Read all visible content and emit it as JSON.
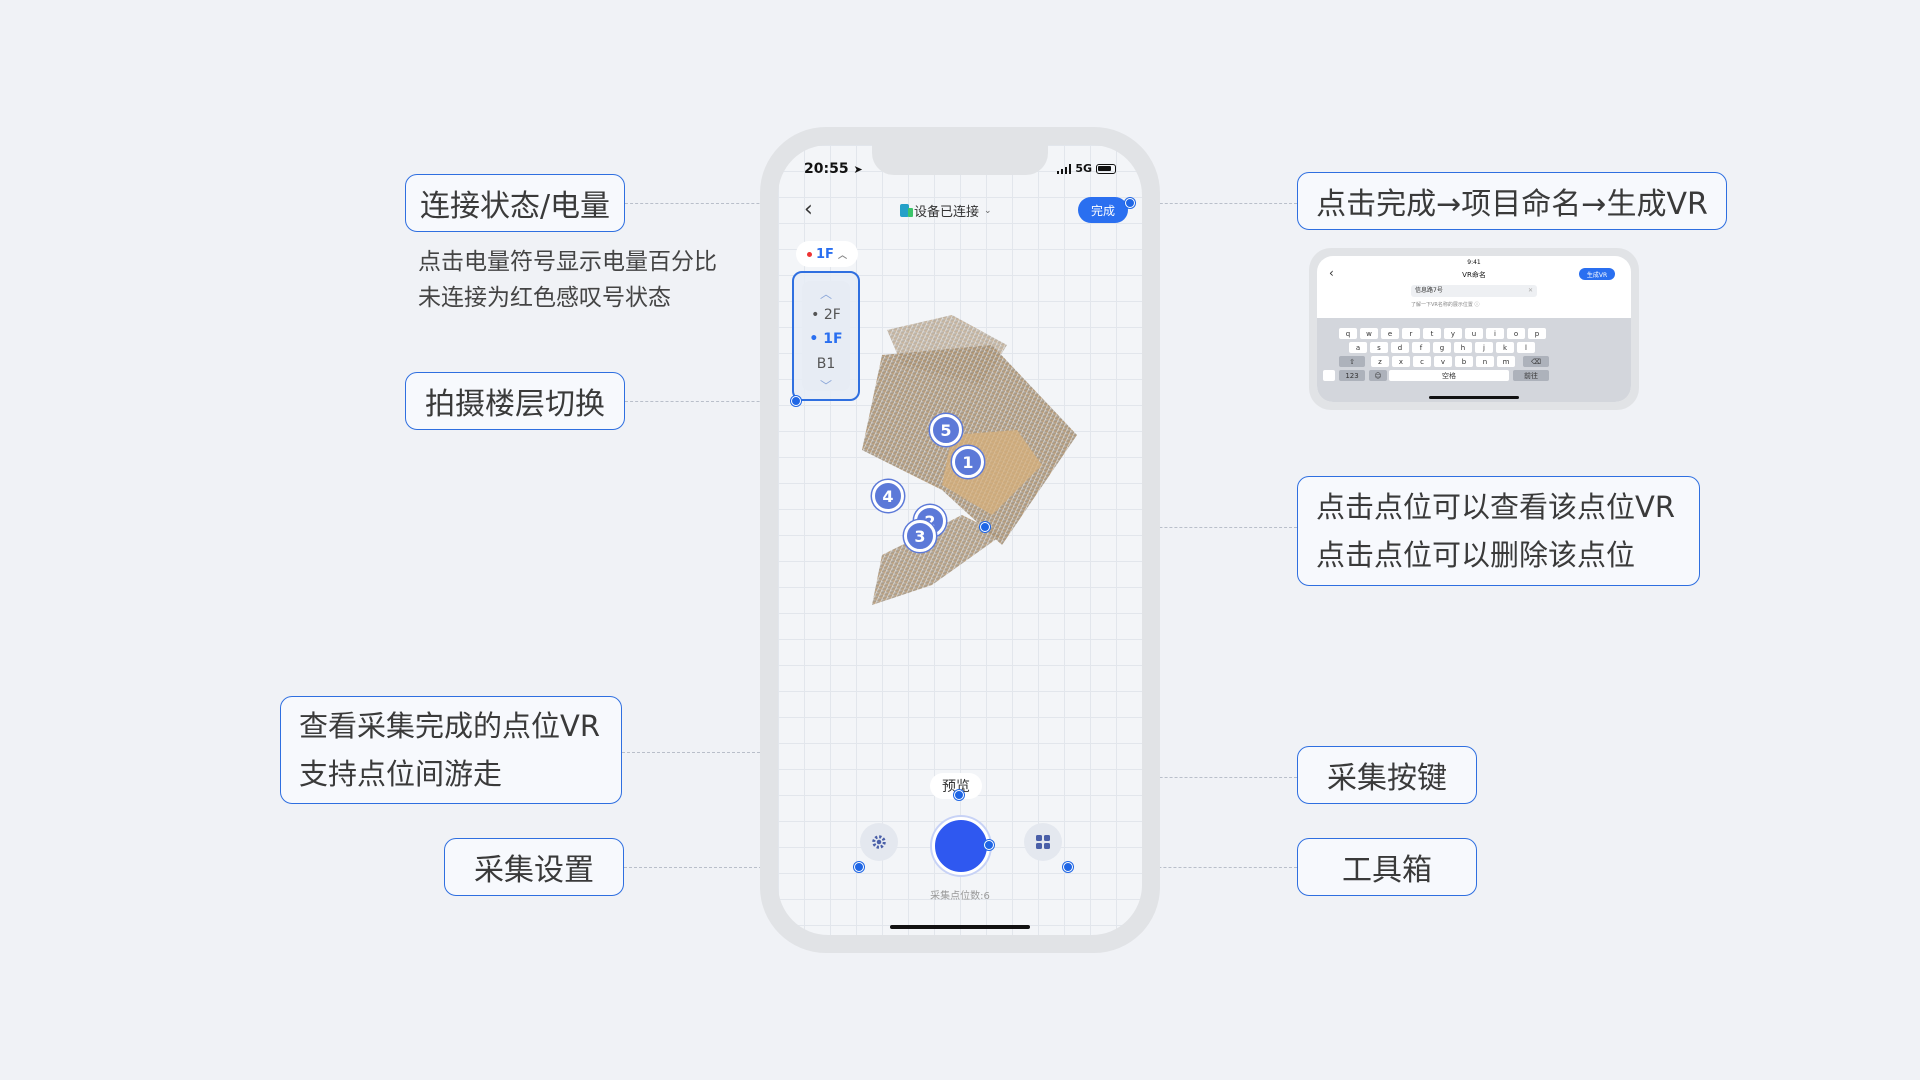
{
  "callouts": {
    "connection": "连接状态/电量",
    "connection_note_1": "点击电量符号显示电量百分比",
    "connection_note_2": "未连接为红色感叹号状态",
    "floor_switch": "拍摄楼层切换",
    "view_vr_1": "查看采集完成的点位VR",
    "view_vr_2": "支持点位间游走",
    "capture_settings": "采集设置",
    "finish_flow": "点击完成→项目命名→生成VR",
    "point_action_1": "点击点位可以查看该点位VR",
    "point_action_2": "点击点位可以删除该点位",
    "capture_button": "采集按键",
    "toolbox": "工具箱"
  },
  "phone": {
    "time": "20:55",
    "network": "5G",
    "connection_status": "设备已连接",
    "done_label": "完成",
    "current_floor": "1F",
    "floors": [
      "2F",
      "1F",
      "B1"
    ],
    "points": [
      "5",
      "1",
      "4",
      "2",
      "3"
    ],
    "preview_label": "预览",
    "capture_count": "采集点位数:6"
  },
  "mini_phone": {
    "time": "9:41",
    "title": "VR命名",
    "action": "生成VR",
    "input_value": "信息路7号",
    "hint": "了解一下VR名称的展示位置 ⓘ",
    "keys_row1": [
      "q",
      "w",
      "e",
      "r",
      "t",
      "y",
      "u",
      "i",
      "o",
      "p"
    ],
    "keys_row2": [
      "a",
      "s",
      "d",
      "f",
      "g",
      "h",
      "j",
      "k",
      "l"
    ],
    "keys_row3": [
      "z",
      "x",
      "c",
      "v",
      "b",
      "n",
      "m"
    ],
    "key_123": "123",
    "key_space": "空格",
    "key_enter": "前往"
  },
  "colors": {
    "accent": "#2f6fe0",
    "shutter": "#2f58f0",
    "pin": "#5c79d8"
  }
}
